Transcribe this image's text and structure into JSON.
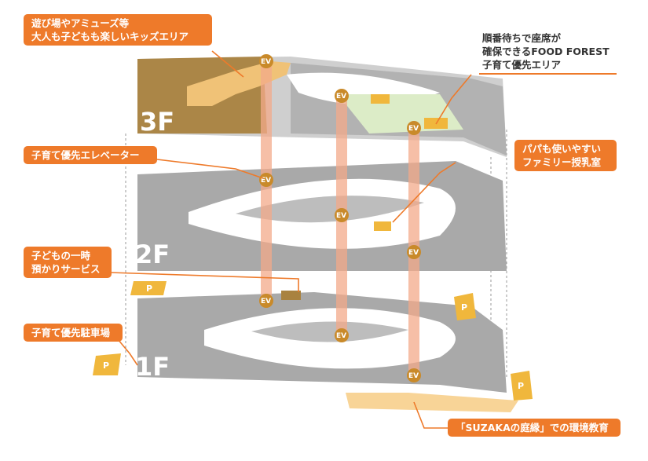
{
  "floors": {
    "f3": "3F",
    "f2": "2F",
    "f1": "1F"
  },
  "ev_label": "EV",
  "parking_label": "P",
  "callouts": {
    "kids_area": {
      "lines": [
        "遊び場やアミューズ等",
        "大人も子どもも楽しいキッズエリア"
      ]
    },
    "food_forest": {
      "lines": [
        "順番待ちで座席が",
        "確保できるFOOD FOREST",
        "子育て優先エリア"
      ]
    },
    "elevator": {
      "lines": [
        "子育て優先エレベーター"
      ]
    },
    "nursing_room": {
      "lines": [
        "パパも使いやすい",
        "ファミリー授乳室"
      ]
    },
    "childcare": {
      "lines": [
        "子どもの一時",
        "預かりサービス"
      ]
    },
    "parking": {
      "lines": [
        "子育て優先駐車場"
      ]
    },
    "garden": {
      "lines": [
        "「SUZAKAの庭縁」での環境教育"
      ]
    }
  },
  "colors": {
    "accent": "#ee7a2a",
    "building": "#a9a9a9",
    "floor_base": "#cfcfcf",
    "corridor": "#ffffff",
    "kids_zone": "#a9823f",
    "highlight": "#f0b73c",
    "ev_shaft": "#f3a98a",
    "green": "#dcecc7",
    "sand": "#f8d497"
  }
}
